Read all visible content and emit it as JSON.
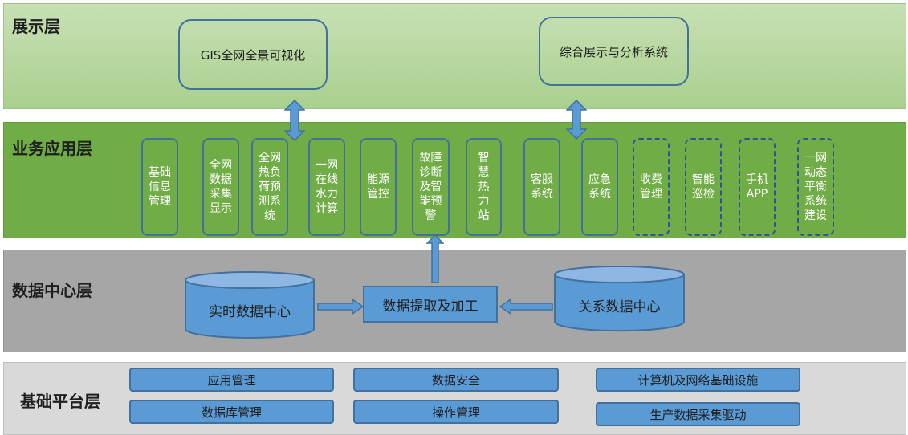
{
  "layers": {
    "presentation": {
      "title": "展示层",
      "boxes": [
        "GIS全网全景可视化",
        "综合展示与分析系统"
      ]
    },
    "business": {
      "title": "业务应用层",
      "items": [
        {
          "label": "基础\n信息\n管理",
          "style": "solid"
        },
        {
          "label": "全网\n数据\n采集\n显示",
          "style": "solid"
        },
        {
          "label": "全网\n热负\n荷预\n测系\n统",
          "style": "solid"
        },
        {
          "label": "一网\n在线\n水力\n计算",
          "style": "solid"
        },
        {
          "label": "能源\n管控",
          "style": "solid"
        },
        {
          "label": "故障\n诊断\n及智\n能预\n警",
          "style": "solid"
        },
        {
          "label": "智\n慧\n热\n力\n站",
          "style": "solid"
        },
        {
          "label": "客服\n系统",
          "style": "solid"
        },
        {
          "label": "应急\n系统",
          "style": "solid"
        },
        {
          "label": "收费\n管理",
          "style": "dashed"
        },
        {
          "label": "智能\n巡检",
          "style": "dashed"
        },
        {
          "label": "手机\nAPP",
          "style": "dashed"
        },
        {
          "label": "一网\n动态\n平衡\n系统\n建设",
          "style": "dashed"
        }
      ]
    },
    "datacenter": {
      "title": "数据中心层",
      "realtime": "实时数据中心",
      "process": "数据提取及加工",
      "relational": "关系数据中心"
    },
    "platform": {
      "title": "基础平台层",
      "items": [
        "应用管理",
        "数据库管理",
        "数据安全",
        "操作管理",
        "计算机及网络基础设施",
        "生产数据采集驱动"
      ]
    }
  },
  "colors": {
    "presentation_fill": "#c8e0b4",
    "business_fill": "#70ad47",
    "datacenter_fill": "#a6a6a6",
    "platform_fill": "#d9d9d9",
    "box_blue": "#5b9bd5",
    "border_blue": "#41719c"
  }
}
